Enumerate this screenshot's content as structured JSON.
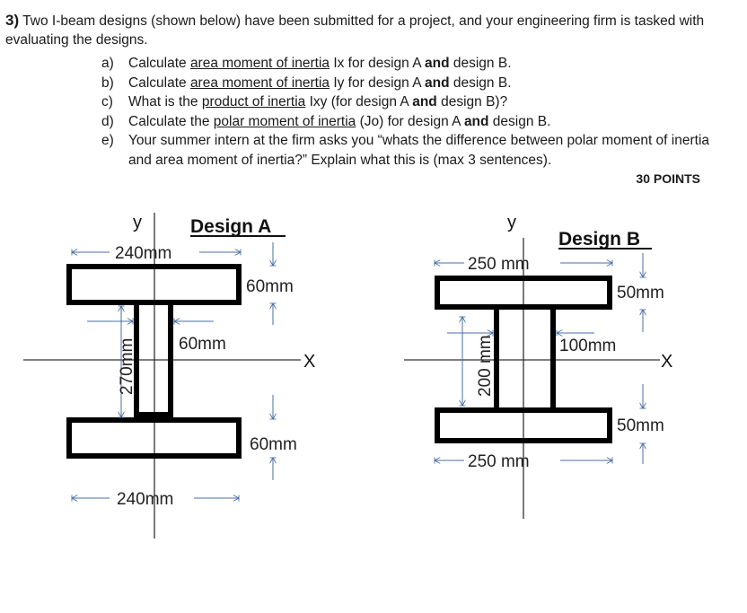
{
  "question": {
    "number": "3)",
    "intro": " Two I-beam designs (shown below) have been submitted for a project, and your engineering firm is tasked with evaluating the designs.",
    "items": [
      {
        "label": "a)",
        "pre": "Calculate ",
        "term": "area moment of inertia",
        "mid": " Ix for design A ",
        "bold": "and",
        "post": " design B."
      },
      {
        "label": "b)",
        "pre": "Calculate ",
        "term": "area moment of inertia",
        "mid": " Iy for design A ",
        "bold": "and",
        "post": " design B."
      },
      {
        "label": "c)",
        "pre": "What is the ",
        "term": "product of inertia",
        "mid": " Ixy (for design A ",
        "bold": "and",
        "post": " design B)?"
      },
      {
        "label": "d)",
        "pre": "Calculate the ",
        "term": "polar moment of inertia",
        "mid": " (Jo) for design A ",
        "bold": "and",
        "post": " design B."
      },
      {
        "label": "e)",
        "text": "Your summer intern at the firm asks you “whats the difference between polar moment of inertia and area moment of inertia?”  Explain what this is (max 3 sentences)."
      }
    ],
    "points": "30 POINTS"
  },
  "designA": {
    "title": "Design A",
    "y_axis": "y",
    "x_axis": "X",
    "top_flange_width": "240mm",
    "top_flange_height": "60mm",
    "web_width": "60mm",
    "web_height": "270mm",
    "bottom_flange_height": "60mm",
    "bottom_flange_width": "240mm"
  },
  "designB": {
    "title": "Design B",
    "y_axis": "y",
    "x_axis": "X",
    "top_flange_width": "250 mm",
    "top_flange_height": "50mm",
    "web_width": "100mm",
    "web_height": "200 mm",
    "bottom_flange_height": "50mm",
    "bottom_flange_width": "250 mm"
  },
  "colors": {
    "dimension_line": "#4a6fa5",
    "outline": "#000000"
  }
}
